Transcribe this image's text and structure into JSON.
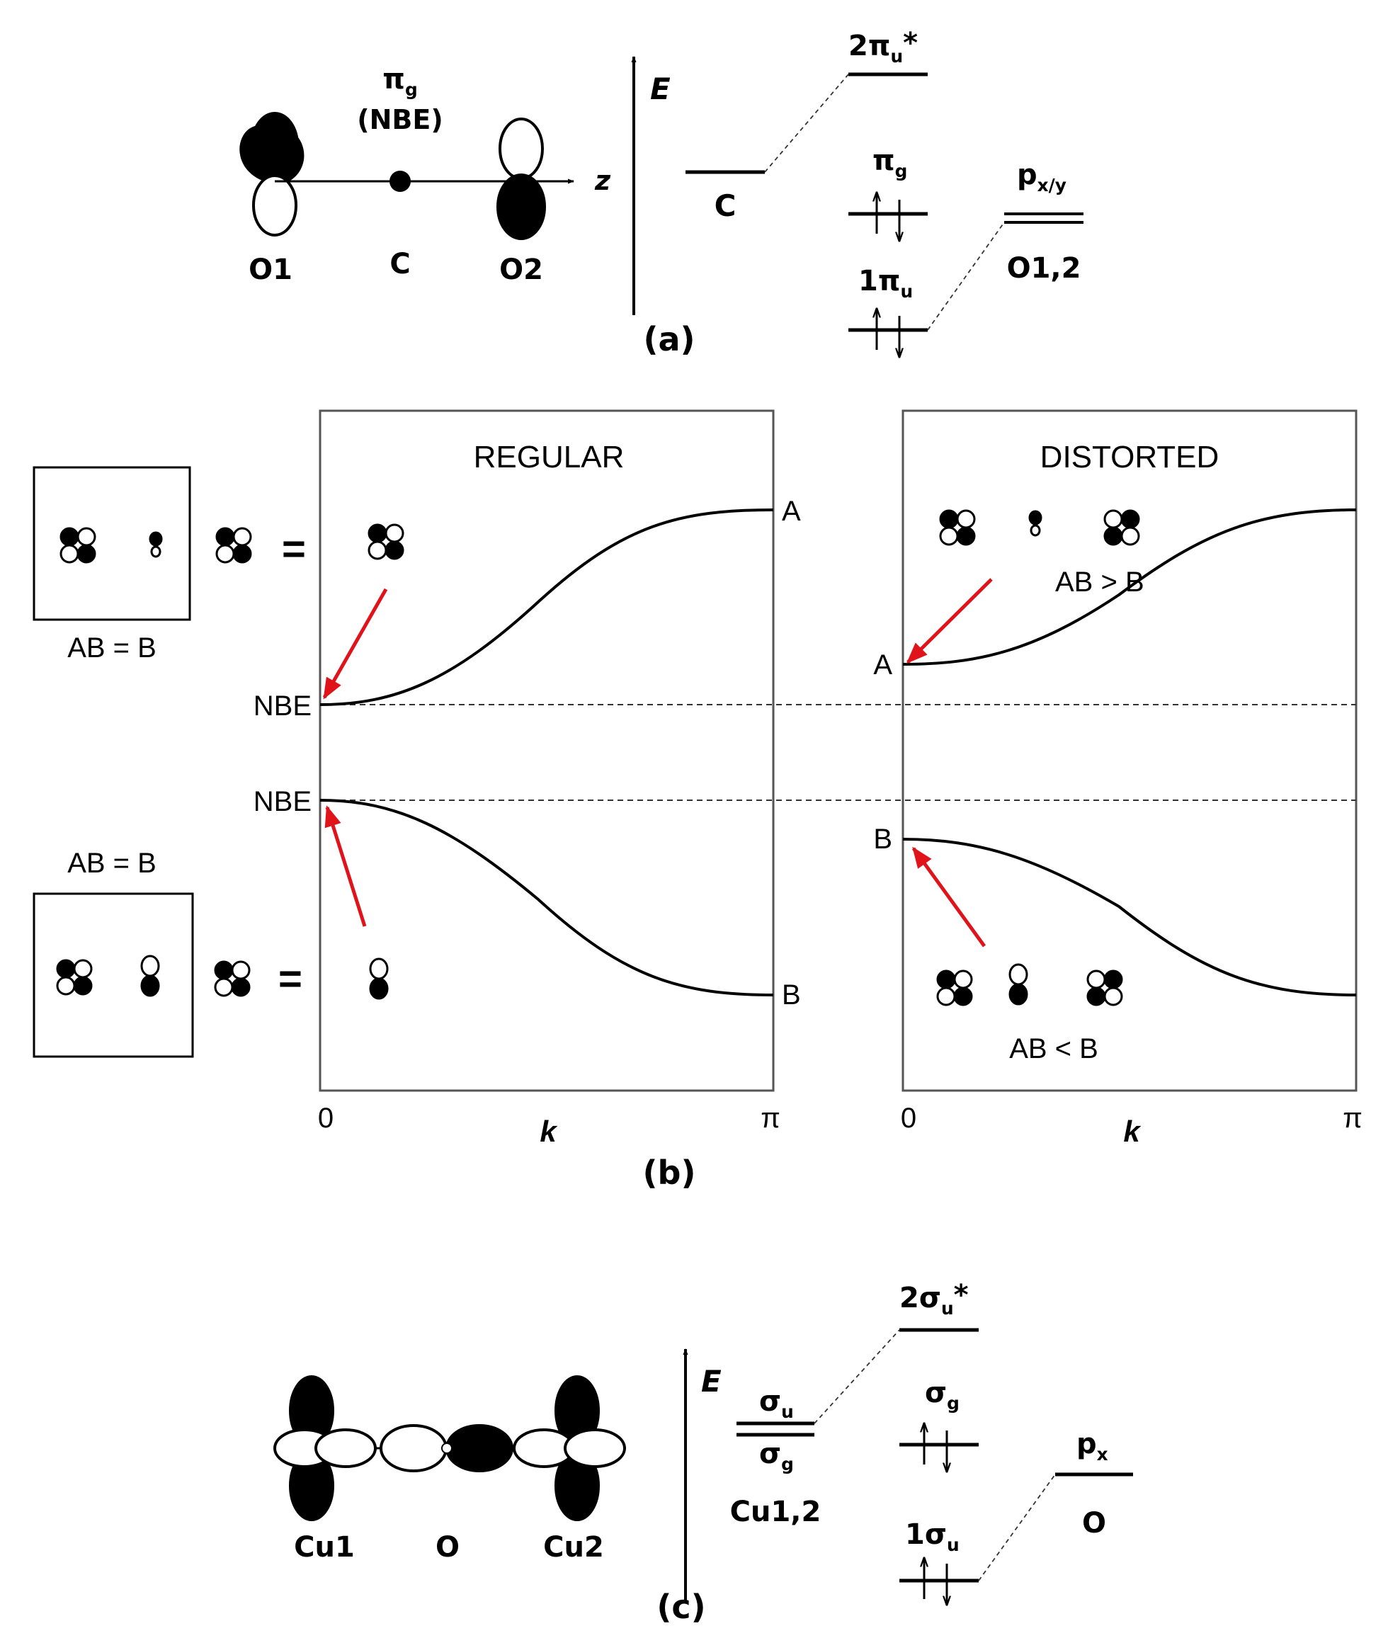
{
  "panel_a": {
    "pi_g_top_label": "π",
    "pi_g_top_sub": "g",
    "nbe_paren": "(NBE)",
    "z_axis": "z",
    "o1": "O1",
    "c": "C",
    "o2": "O2",
    "energy_axis": "E",
    "level_c": "C",
    "level_2piu_main": "2π",
    "level_2piu_sub": "u",
    "level_2piu_star": "*",
    "level_pig_main": "π",
    "level_pig_sub": "g",
    "level_pxy_main": "p",
    "level_pxy_sub": "x/y",
    "level_o12": "O1,2",
    "level_1piu_main": "1π",
    "level_1piu_sub": "u",
    "caption": "(a)"
  },
  "panel_b": {
    "regular_title": "REGULAR",
    "distorted_title": "DISTORTED",
    "label_a_regular": "A",
    "label_b_regular": "B",
    "label_a_distorted": "A",
    "label_b_distorted": "B",
    "nbe_upper": "NBE",
    "nbe_lower": "NBE",
    "ab_eq_b_upper": "AB = B",
    "ab_eq_b_lower": "AB = B",
    "ab_gt_b": "AB > B",
    "ab_lt_b": "AB < B",
    "equals_upper": "=",
    "equals_lower": "=",
    "x_tick_zero_regular": "0",
    "x_tick_pi_regular": "π",
    "x_tick_zero_distorted": "0",
    "x_tick_pi_distorted": "π",
    "x_label_regular": "k",
    "x_label_distorted": "k",
    "caption": "(b)",
    "arrow_color": "#e0131b"
  },
  "panel_c": {
    "cu1": "Cu1",
    "o": "O",
    "cu2": "Cu2",
    "energy_axis": "E",
    "level_sigu_main": "σ",
    "level_sigu_sub": "u",
    "level_sigg_main": "σ",
    "level_sigg_sub": "g",
    "level_cu12": "Cu1,2",
    "level_2sigu_main": "2σ",
    "level_2sigu_sub": "u",
    "level_2sigu_star": "*",
    "level_sigg2_main": "σ",
    "level_sigg2_sub": "g",
    "level_px_main": "p",
    "level_px_sub": "x",
    "level_o": "O",
    "level_1sigu_main": "1σ",
    "level_1sigu_sub": "u",
    "caption": "(c)"
  }
}
